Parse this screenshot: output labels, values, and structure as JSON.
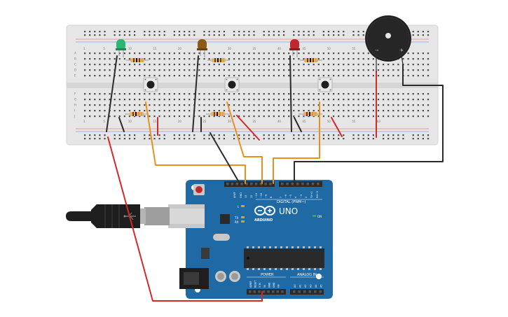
{
  "board": {
    "brand": "ARDUINO",
    "model": "UNO",
    "digital_label": "DIGITAL (PWM~)",
    "power_label": "POWER",
    "analog_label": "ANALOG IN",
    "on_label": "ON",
    "l_label": "L",
    "tx_label": "TX",
    "rx_label": "RX",
    "aref_label": "AREF",
    "gnd_label": "GND",
    "digital_pins": [
      "13",
      "12",
      "~11",
      "~10",
      "~9",
      "8",
      "7",
      "~6",
      "~5",
      "4",
      "~3",
      "2",
      "TX→1",
      "RX←0"
    ],
    "power_pins": [
      "IOREF",
      "RESET",
      "3.3V",
      "5V",
      "GND",
      "GND",
      "Vin"
    ],
    "analog_pins": [
      "A0",
      "A1",
      "A2",
      "A3",
      "A4",
      "A5"
    ]
  },
  "breadboard": {
    "top_numbers": [
      "1",
      "5",
      "10",
      "15",
      "20",
      "25",
      "30",
      "35",
      "40",
      "45",
      "50",
      "55",
      "60"
    ],
    "bottom_numbers": [
      "1",
      "5",
      "10",
      "15",
      "20",
      "25",
      "30",
      "35",
      "40",
      "45",
      "50",
      "55",
      "60"
    ],
    "row_letters_top": [
      "A",
      "B",
      "C",
      "D",
      "E"
    ],
    "row_letters_bottom": [
      "F",
      "G",
      "H",
      "I",
      "J"
    ]
  },
  "buzzer": {
    "minus": "−",
    "plus": "+"
  },
  "leds": [
    {
      "color": "#2bb673",
      "dark": "#1a8a52"
    },
    {
      "color": "#8b5a1a",
      "dark": "#6b430f"
    },
    {
      "color": "#c1272d",
      "dark": "#8f1c20"
    }
  ],
  "wire_colors": {
    "black": "#2b2b2b",
    "red": "#d62828",
    "orange": "#e8901f"
  }
}
